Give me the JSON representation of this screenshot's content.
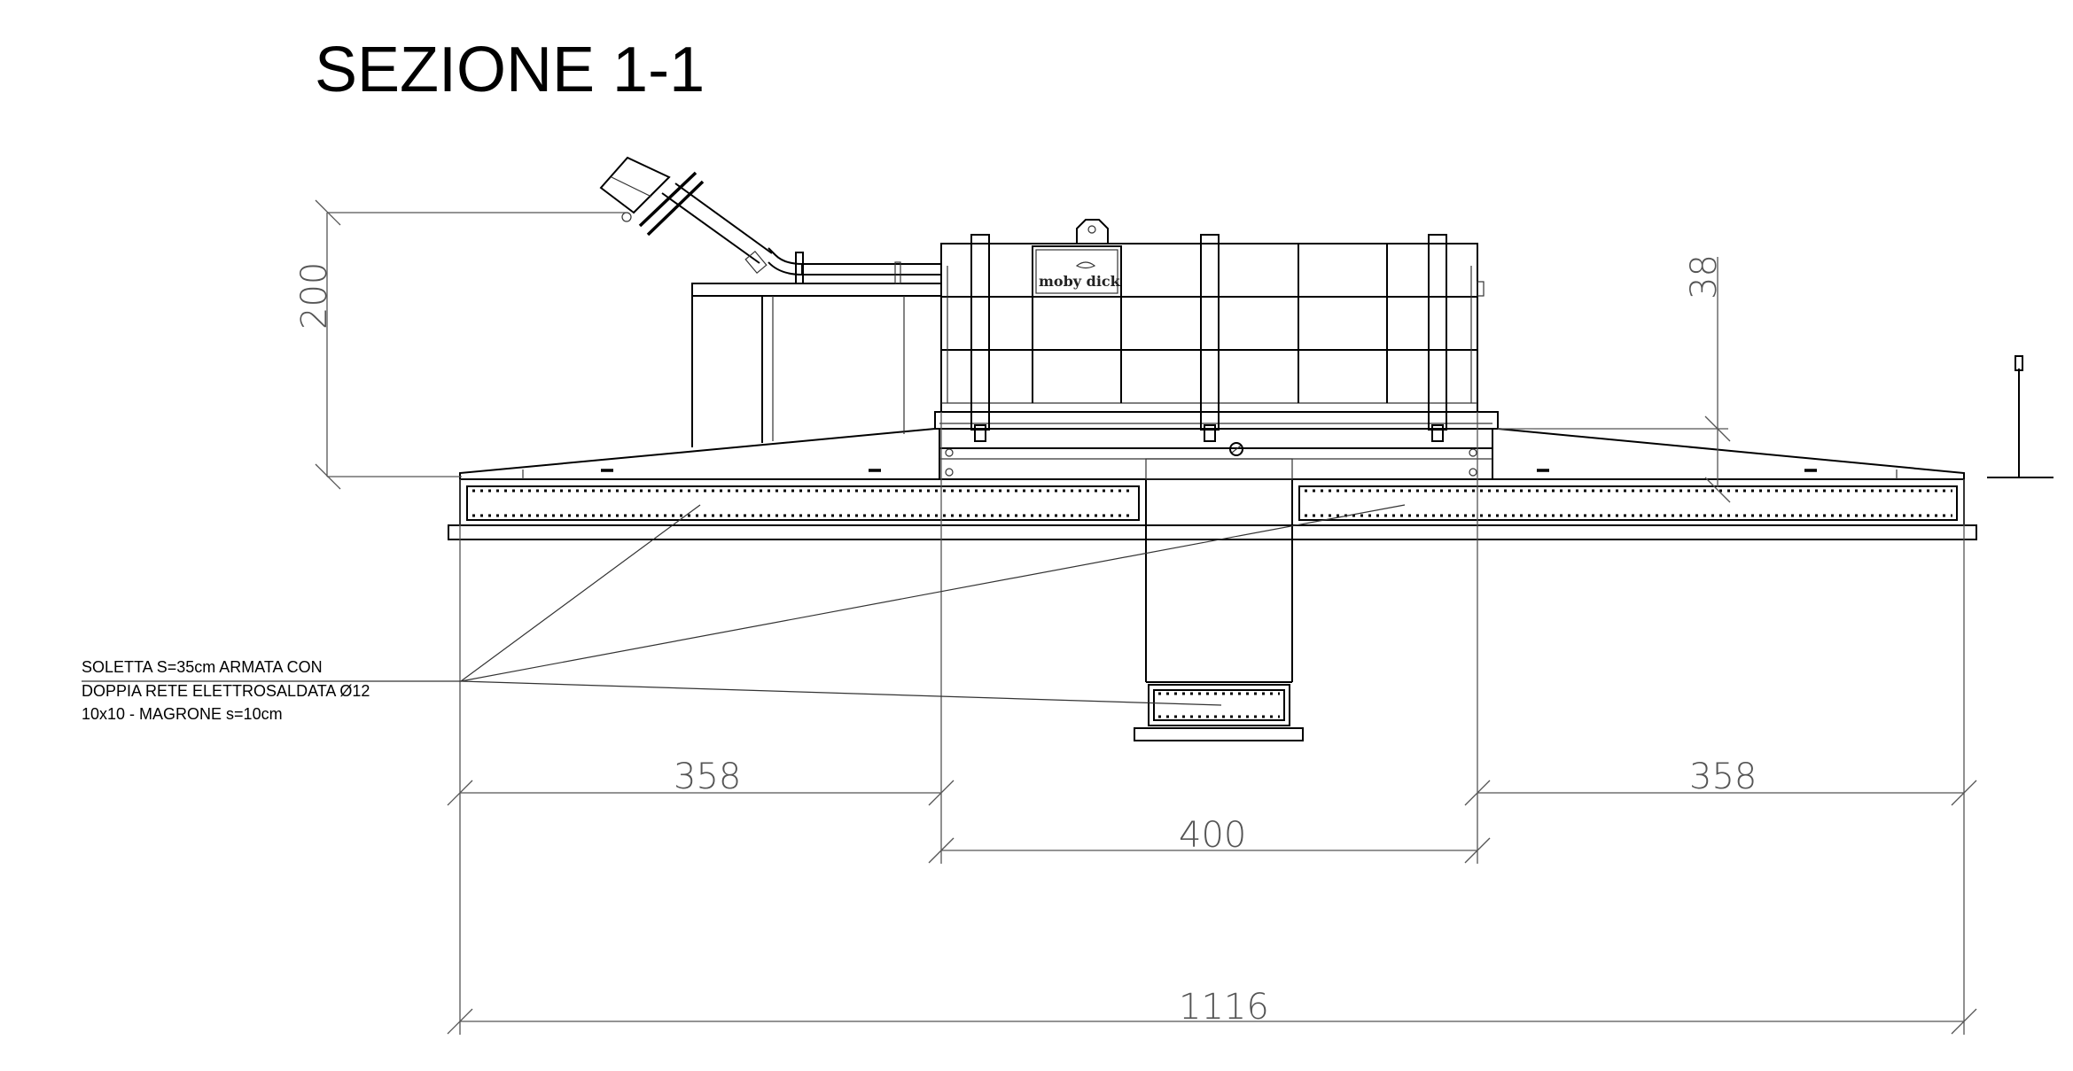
{
  "title": "SEZIONE 1-1",
  "logo": "moby dick",
  "note": {
    "line1": "SOLETTA S=35cm ARMATA CON",
    "line2": "DOPPIA RETE ELETTROSALDATA Ø12",
    "line3": "10x10 - MAGRONE s=10cm"
  },
  "dimensions": {
    "height_left": "200",
    "height_right": "38",
    "left_span": "358",
    "center_span": "400",
    "right_span": "358",
    "total": "1116"
  }
}
